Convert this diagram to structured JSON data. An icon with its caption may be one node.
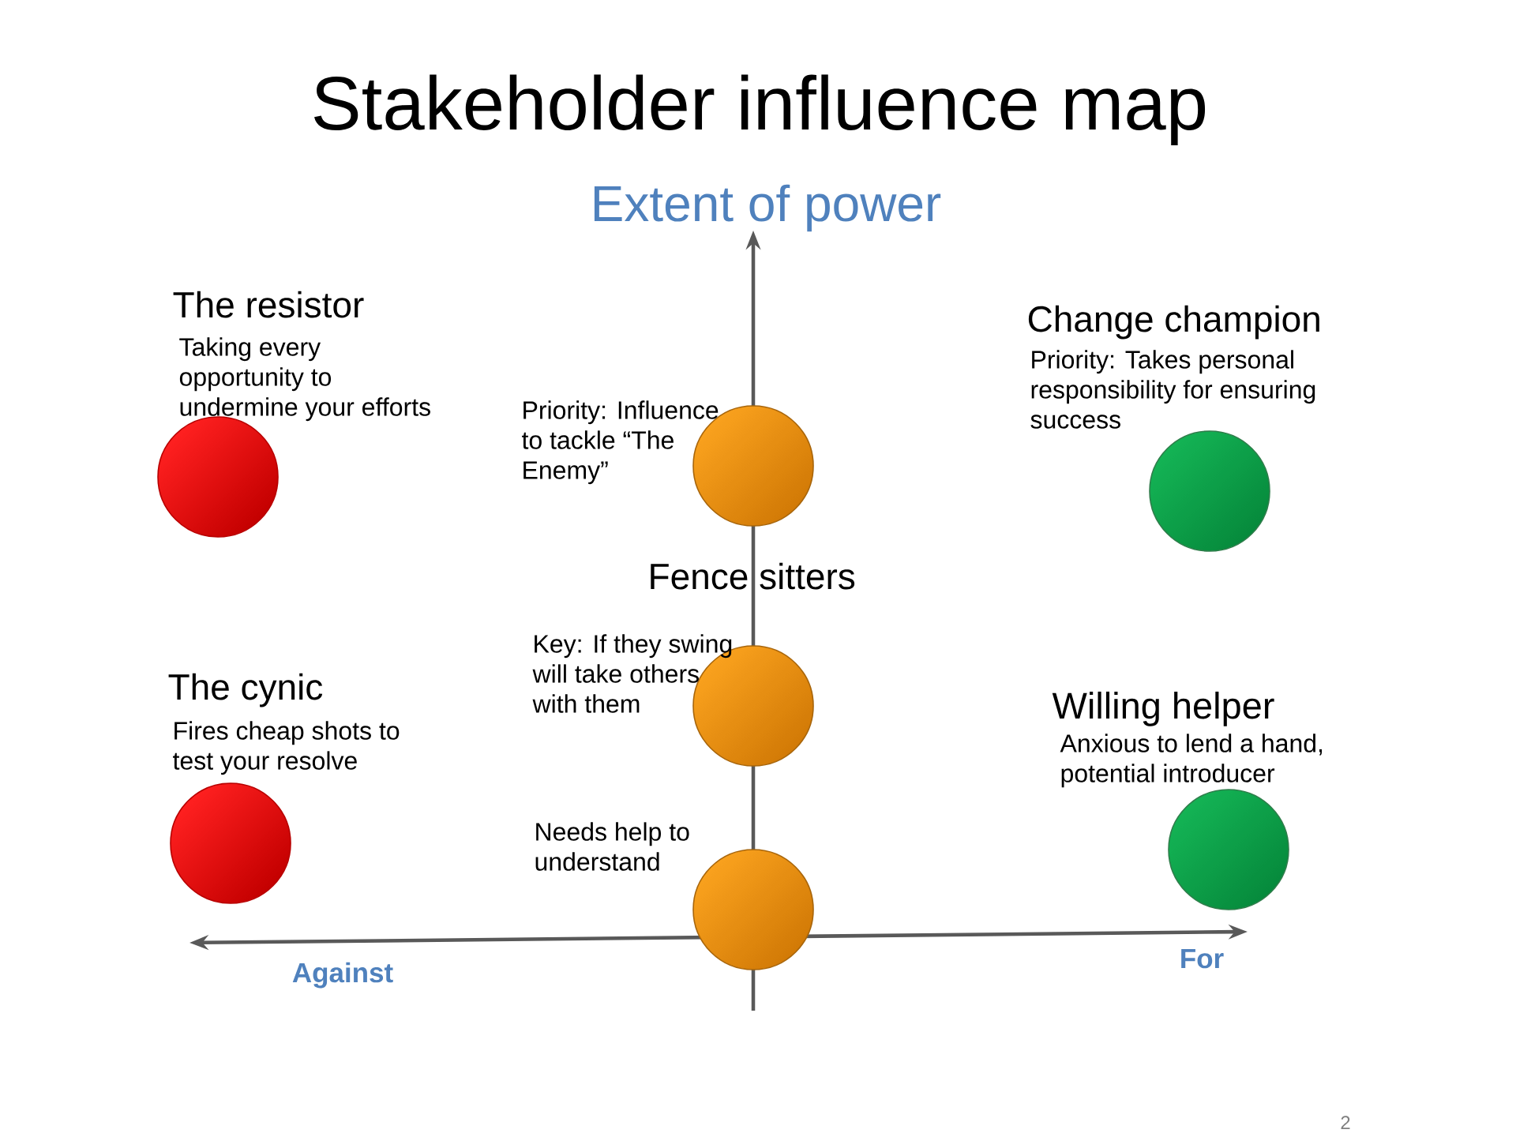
{
  "diagram": {
    "title": "Stakeholder influence map",
    "nodes": [
      {
        "text": [],
        "shape": "circle",
        "beside": [
          "The resistor",
          "Taking every opportunity to undermine your efforts"
        ]
      },
      {
        "text": [],
        "shape": "circle",
        "beside": [
          "Priority: Influence to tackle “The Enemy”"
        ]
      },
      {
        "text": [],
        "shape": "circle",
        "beside": [
          "Change champion",
          "Priority: Takes personal responsibility for ensuring success"
        ]
      },
      {
        "text": [],
        "shape": "circle",
        "beside": [
          "Key: If they swing will take others with them"
        ]
      },
      {
        "text": [],
        "shape": "circle",
        "beside": [
          "The cynic",
          "Fires cheap shots to test your resolve"
        ]
      },
      {
        "text": [],
        "shape": "circle",
        "beside": [
          "Willing helper",
          "Anxious to lend a hand, potential introducer"
        ]
      },
      {
        "text": [],
        "shape": "circle",
        "beside": [
          "Needs help to understand"
        ]
      }
    ],
    "labels": [
      "Extent of power",
      "Fence sitters",
      "Against",
      "For",
      "2"
    ]
  }
}
